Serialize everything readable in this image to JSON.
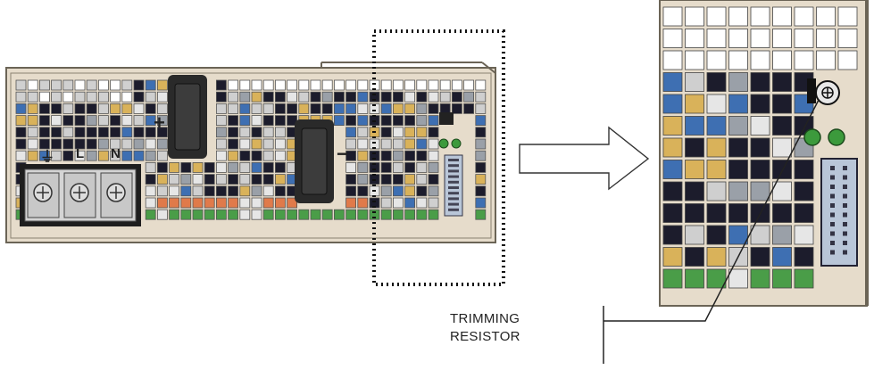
{
  "figure": {
    "terminals": {
      "earth_symbol": "⏚",
      "line": "L",
      "neutral": "N"
    },
    "polarity": {
      "positive": "+",
      "negative": "−"
    },
    "callout": {
      "line1": "TRIMMING",
      "line2": "RESISTOR"
    },
    "colors": {
      "panel": "#e6dccb",
      "panel_edge": "#6b6456",
      "vent_hole": "#1c1c2c",
      "component_orange": "#e07a4a",
      "component_yellow": "#d9b25a",
      "component_blue": "#3e6fb2",
      "component_green": "#4a9d48",
      "led_green": "#3c9a3c",
      "dotted_frame": "#111111",
      "arrow_stroke": "#333333"
    }
  }
}
